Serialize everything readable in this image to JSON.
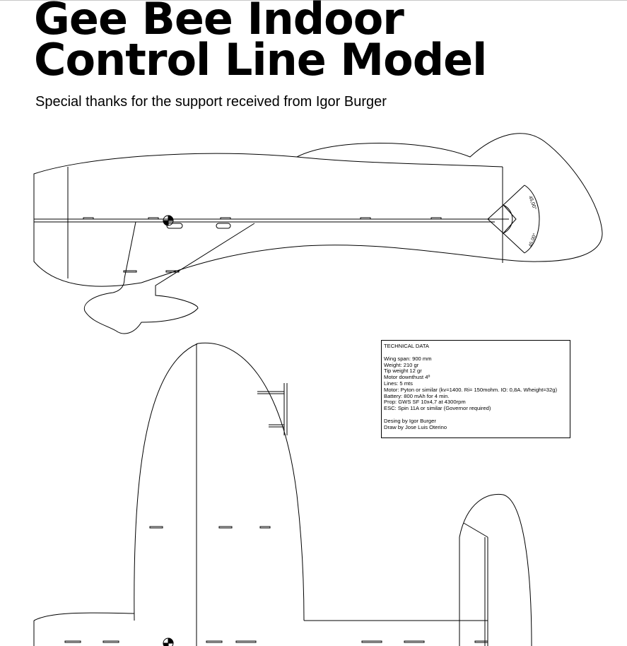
{
  "document": {
    "title_line1": "Gee Bee Indoor",
    "title_line2": "Control Line Model",
    "subtitle": "Special thanks for the support received from Igor Burger"
  },
  "technical_data": {
    "heading": "TECHNICAL DATA",
    "specs": [
      "Wing span: 900 mm",
      "Weight: 210 gr",
      "Tip weight 12 gr",
      "Motor downthust 4º",
      "Lines: 5 mts",
      "Motor: Pyton or similar (kv=1400. Ri= 150mohm. IO: 0,8A. Wheight=32g)",
      "Battery: 800 mAh for 4 min.",
      "Prop: GWS SF 10x4,7 at 4300rpm",
      "ESC: Spin 11A or similar (Governor required)"
    ],
    "credits": [
      "Desing by Igor Burger",
      "Draw by Jose Luis Oterino"
    ]
  },
  "dimensions": {
    "angle_upper": "45,00°",
    "angle_lower": "45,00°"
  },
  "colors": {
    "line": "#000000",
    "background": "#ffffff"
  }
}
